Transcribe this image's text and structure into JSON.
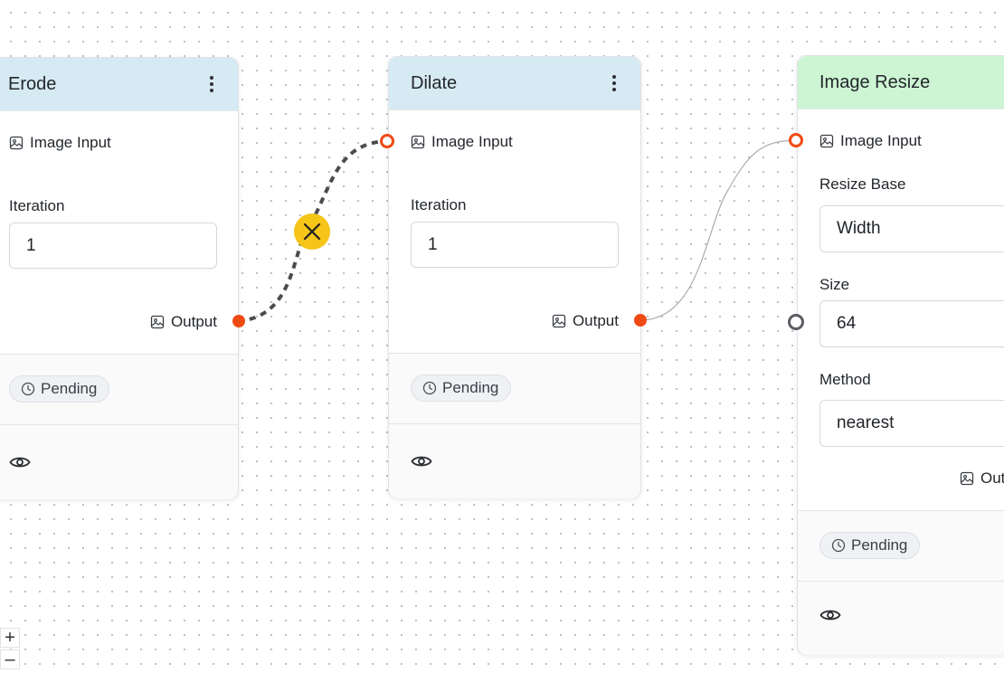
{
  "nodes": {
    "erode": {
      "title": "Erode",
      "input_label": "Image Input",
      "iteration_label": "Iteration",
      "iteration_value": "1",
      "output_label": "Output",
      "status": "Pending"
    },
    "dilate": {
      "title": "Dilate",
      "input_label": "Image Input",
      "iteration_label": "Iteration",
      "iteration_value": "1",
      "output_label": "Output",
      "status": "Pending"
    },
    "resize": {
      "title": "Image Resize",
      "input_label": "Image Input",
      "resize_base_label": "Resize Base",
      "resize_base_value": "Width",
      "size_label": "Size",
      "size_value": "64",
      "method_label": "Method",
      "method_value": "nearest",
      "output_label": "Out",
      "status": "Pending"
    }
  },
  "zoom": {
    "in_label": "+",
    "out_label": "–"
  },
  "colors": {
    "header_blue": "#d6eaf3",
    "header_green": "#cdf5d3",
    "handle_orange": "#f04a14",
    "delete_edge_yellow": "#f5c518"
  },
  "icons": [
    "more-vertical-icon",
    "image-icon",
    "clock-icon",
    "eye-icon",
    "close-icon",
    "chevron-down-icon"
  ]
}
